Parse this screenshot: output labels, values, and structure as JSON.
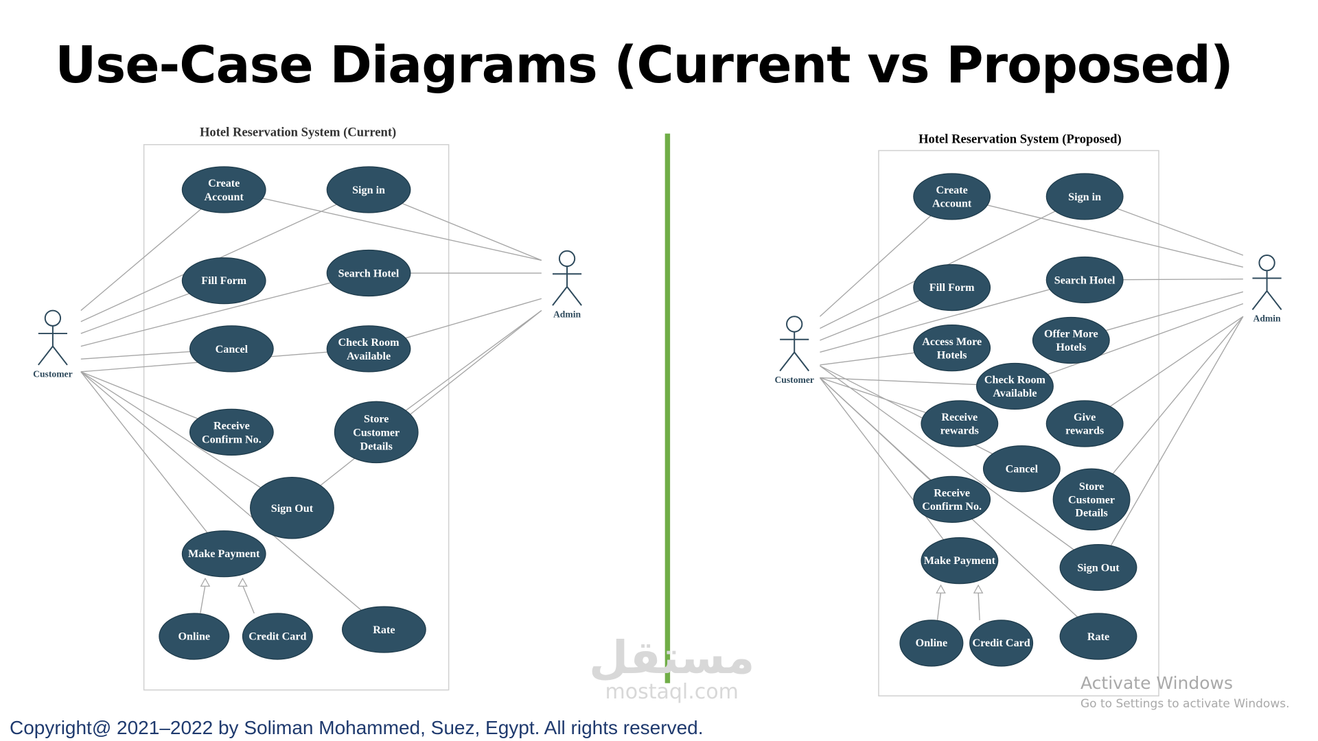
{
  "title": "Use-Case Diagrams (Current vs Proposed)",
  "copyright": "Copyright@ 2021–2022 by Soliman Mohammed, Suez, Egypt. All rights reserved.",
  "watermark": {
    "arabic": "مستقل",
    "latin": "mostaql.com"
  },
  "activation": {
    "line1": "Activate Windows",
    "line2": "Go to Settings to activate Windows."
  },
  "colors": {
    "usecase_fill": "#2e5064",
    "line": "#a6a6a6",
    "divider": "#70ad47",
    "actor": "#2e4a5c"
  },
  "diagrams": [
    {
      "title": "Hotel Reservation System (Current)",
      "actors": [
        "Customer",
        "Admin"
      ],
      "use_cases": [
        [
          "Create",
          "Account"
        ],
        [
          "Sign in"
        ],
        [
          "Fill Form"
        ],
        [
          "Search Hotel"
        ],
        [
          "Cancel"
        ],
        [
          "Check Room",
          "Available"
        ],
        [
          "Receive",
          "Confirm No."
        ],
        [
          "Store",
          "Customer",
          "Details"
        ],
        [
          "Sign Out"
        ],
        [
          "Make Payment"
        ],
        [
          "Online"
        ],
        [
          "Credit Card"
        ],
        [
          "Rate"
        ]
      ]
    },
    {
      "title": "Hotel Reservation System (Proposed)",
      "actors": [
        "Customer",
        "Admin"
      ],
      "use_cases": [
        [
          "Create",
          "Account"
        ],
        [
          "Sign in"
        ],
        [
          "Fill Form"
        ],
        [
          "Search Hotel"
        ],
        [
          "Access More",
          "Hotels"
        ],
        [
          "Offer More",
          "Hotels"
        ],
        [
          "Check Room",
          "Available"
        ],
        [
          "Receive",
          "rewards"
        ],
        [
          "Give",
          "rewards"
        ],
        [
          "Cancel"
        ],
        [
          "Store",
          "Customer",
          "Details"
        ],
        [
          "Receive",
          "Confirm No."
        ],
        [
          "Make Payment"
        ],
        [
          "Sign Out"
        ],
        [
          "Online"
        ],
        [
          "Credit Card"
        ],
        [
          "Rate"
        ]
      ]
    }
  ]
}
